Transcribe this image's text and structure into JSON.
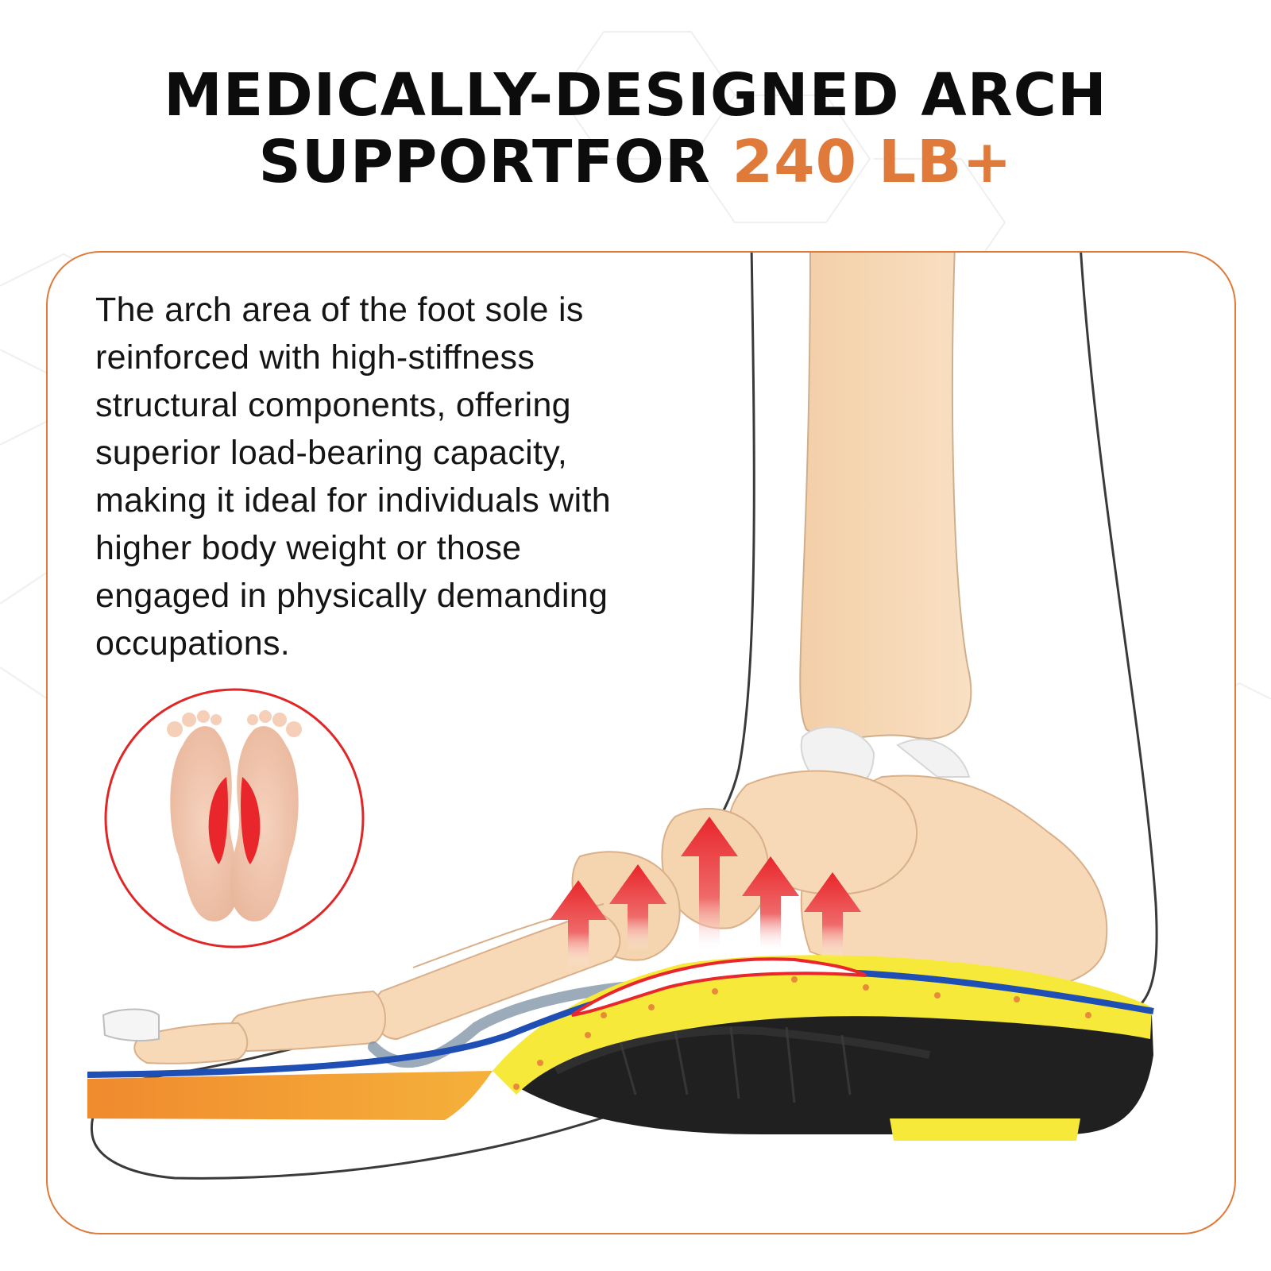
{
  "headline": {
    "line1": "MEDICALLY-DESIGNED ARCH",
    "line2_prefix": "SUPPORTFOR ",
    "line2_highlight": "240 LB+"
  },
  "description": {
    "lines": [
      "The arch area of the foot sole is",
      "reinforced with high-stiffness",
      "structural components, offering",
      "superior load-bearing capacity,",
      "making it ideal for individuals with",
      "higher body weight or those",
      "engaged in physically demanding",
      "occupations."
    ]
  },
  "colors": {
    "accent": "#e07a3a",
    "text": "#151515",
    "skin": "#f7d9b8",
    "insole_yellow": "#f6e93a",
    "insole_blue": "#1f4fb5",
    "insole_black": "#202020",
    "arrow_red": "#e8262b"
  },
  "icons": [
    "foot-outline",
    "foot-bones",
    "insole",
    "arch-zone-inset",
    "upward-arrows"
  ]
}
